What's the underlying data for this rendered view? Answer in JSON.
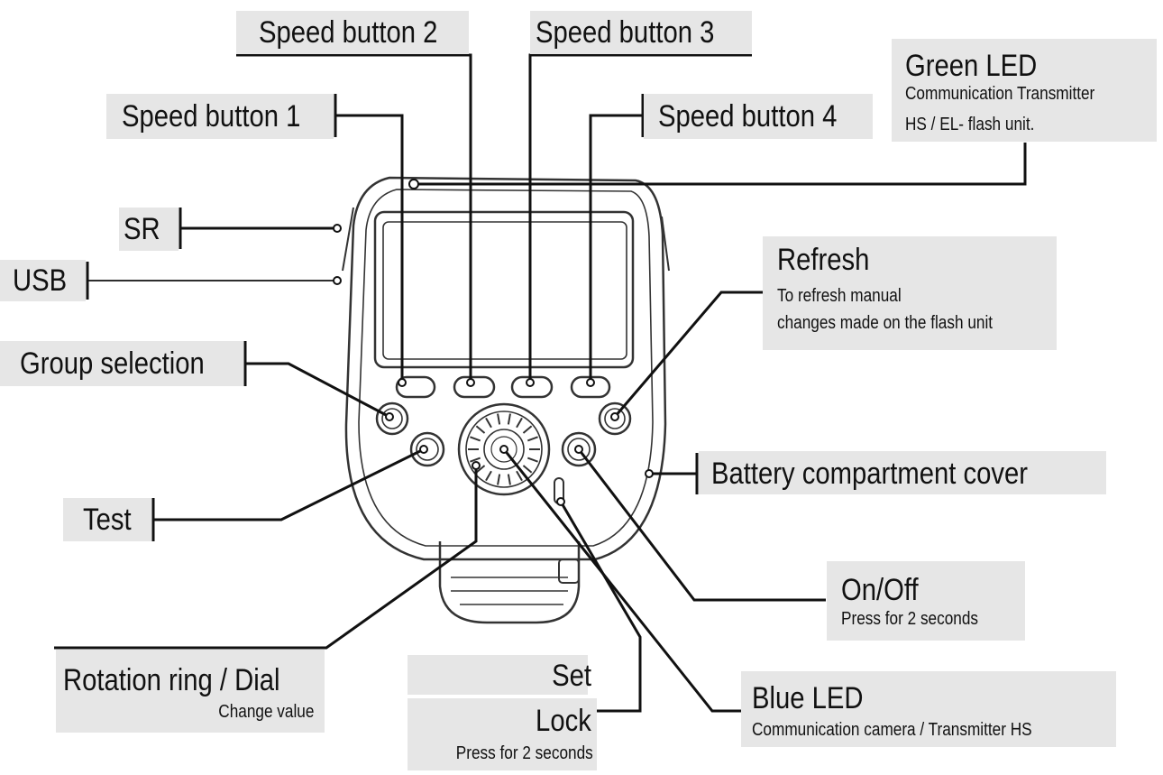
{
  "labels": {
    "speed_button_1": "Speed button 1",
    "speed_button_2": "Speed button 2",
    "speed_button_3": "Speed button 3",
    "speed_button_4": "Speed button 4",
    "green_led": {
      "title": "Green LED",
      "line1": "Communication Transmitter",
      "line2": "HS / EL- flash unit."
    },
    "sr": "SR",
    "usb": "USB",
    "refresh": {
      "title": "Refresh",
      "line1": "To refresh manual",
      "line2": "changes made on the flash unit"
    },
    "group_selection": "Group selection",
    "battery_cover": "Battery compartment cover",
    "test": "Test",
    "on_off": {
      "title": "On/Off",
      "desc": "Press for 2 seconds"
    },
    "rotation_ring": {
      "title": "Rotation ring / Dial",
      "desc": "Change value"
    },
    "set": "Set",
    "lock": {
      "title": "Lock",
      "desc": "Press for 2 seconds"
    },
    "blue_led": {
      "title": "Blue LED",
      "desc": "Communication camera / Transmitter HS"
    }
  },
  "colors": {
    "label_box": "#e6e6e6",
    "line": "#111111",
    "device_outline": "#333333"
  }
}
